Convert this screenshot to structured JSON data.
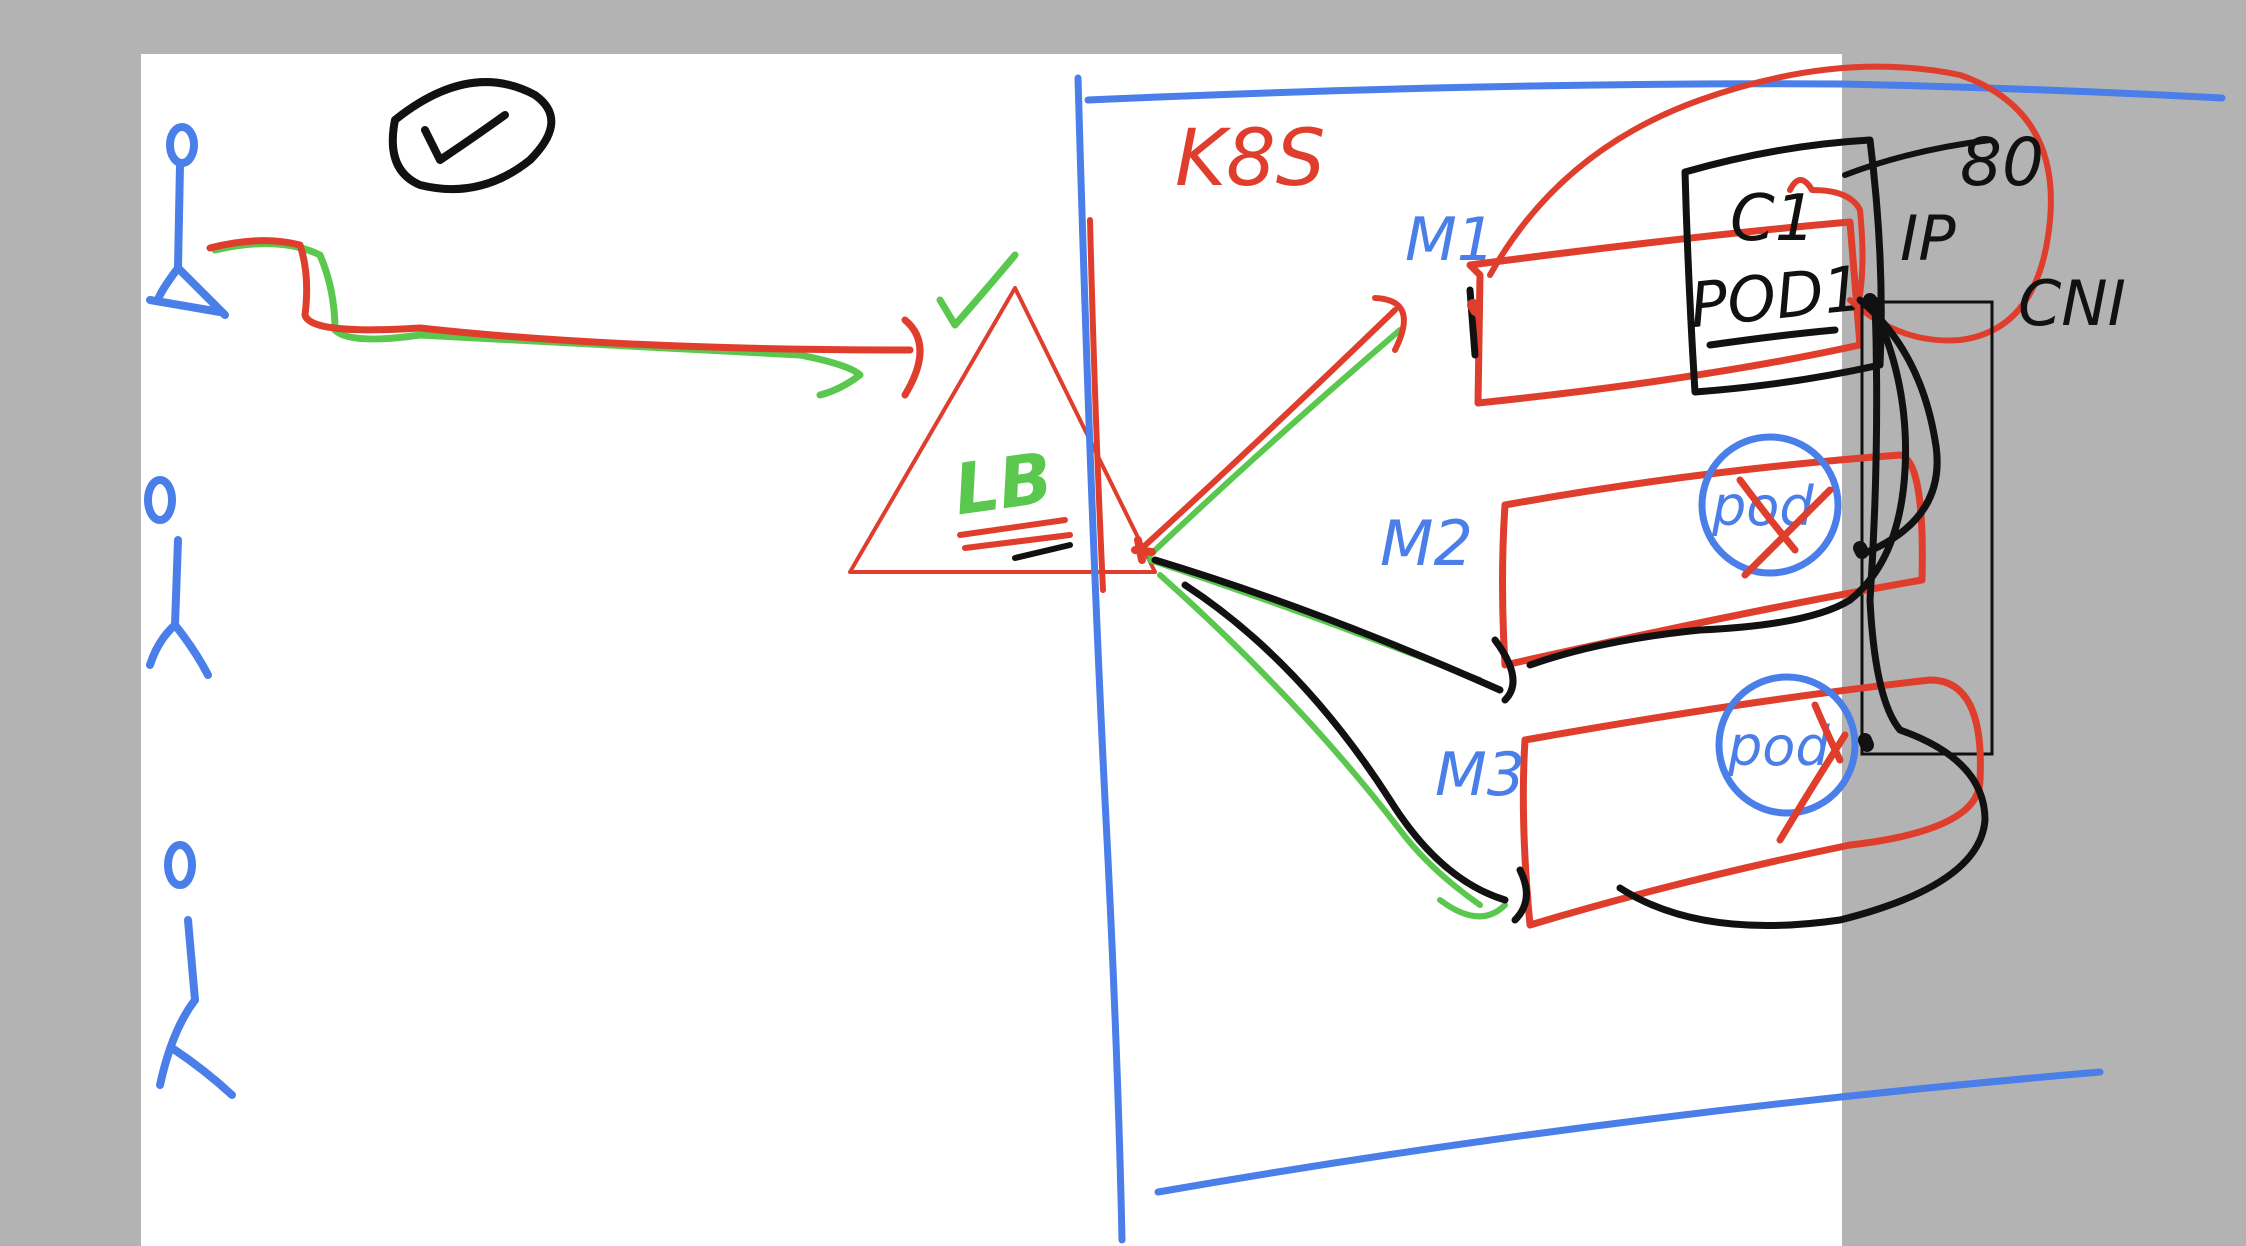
{
  "whiteboard": {
    "colors": {
      "background": "#b3b3b3",
      "page": "#ffffff",
      "blue": "#4a7ee8",
      "red": "#e03e2d",
      "green": "#5ac84f",
      "black": "#111111"
    },
    "labels": {
      "cluster": "K8S",
      "load_balancer": "LB",
      "node_1": "M1",
      "node_2": "M2",
      "node_3": "M3",
      "container": "C1",
      "pod_1": "POD1",
      "pod_2": "pod",
      "pod_3": "pod",
      "port": "80",
      "ip": "IP",
      "cni": "CNI"
    }
  }
}
